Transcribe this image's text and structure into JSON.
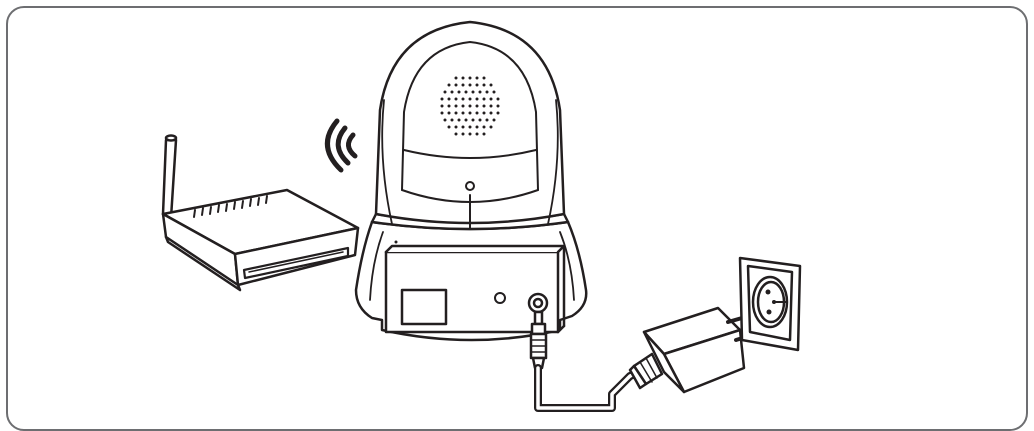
{
  "figure": {
    "title": "",
    "devices": [
      {
        "name": "wifi-router",
        "icon": "router-icon"
      },
      {
        "name": "pan-tilt-camera",
        "icon": "camera-icon"
      },
      {
        "name": "wireless-signal",
        "icon": "wifi-signal-icon"
      },
      {
        "name": "power-adapter",
        "icon": "power-adapter-icon"
      },
      {
        "name": "wall-socket",
        "icon": "power-outlet-icon"
      },
      {
        "name": "power-cable",
        "icon": "cable-icon"
      }
    ],
    "colors": {
      "stroke": "#231f20",
      "frame": "#6d6e71",
      "fill": "#ffffff"
    }
  }
}
